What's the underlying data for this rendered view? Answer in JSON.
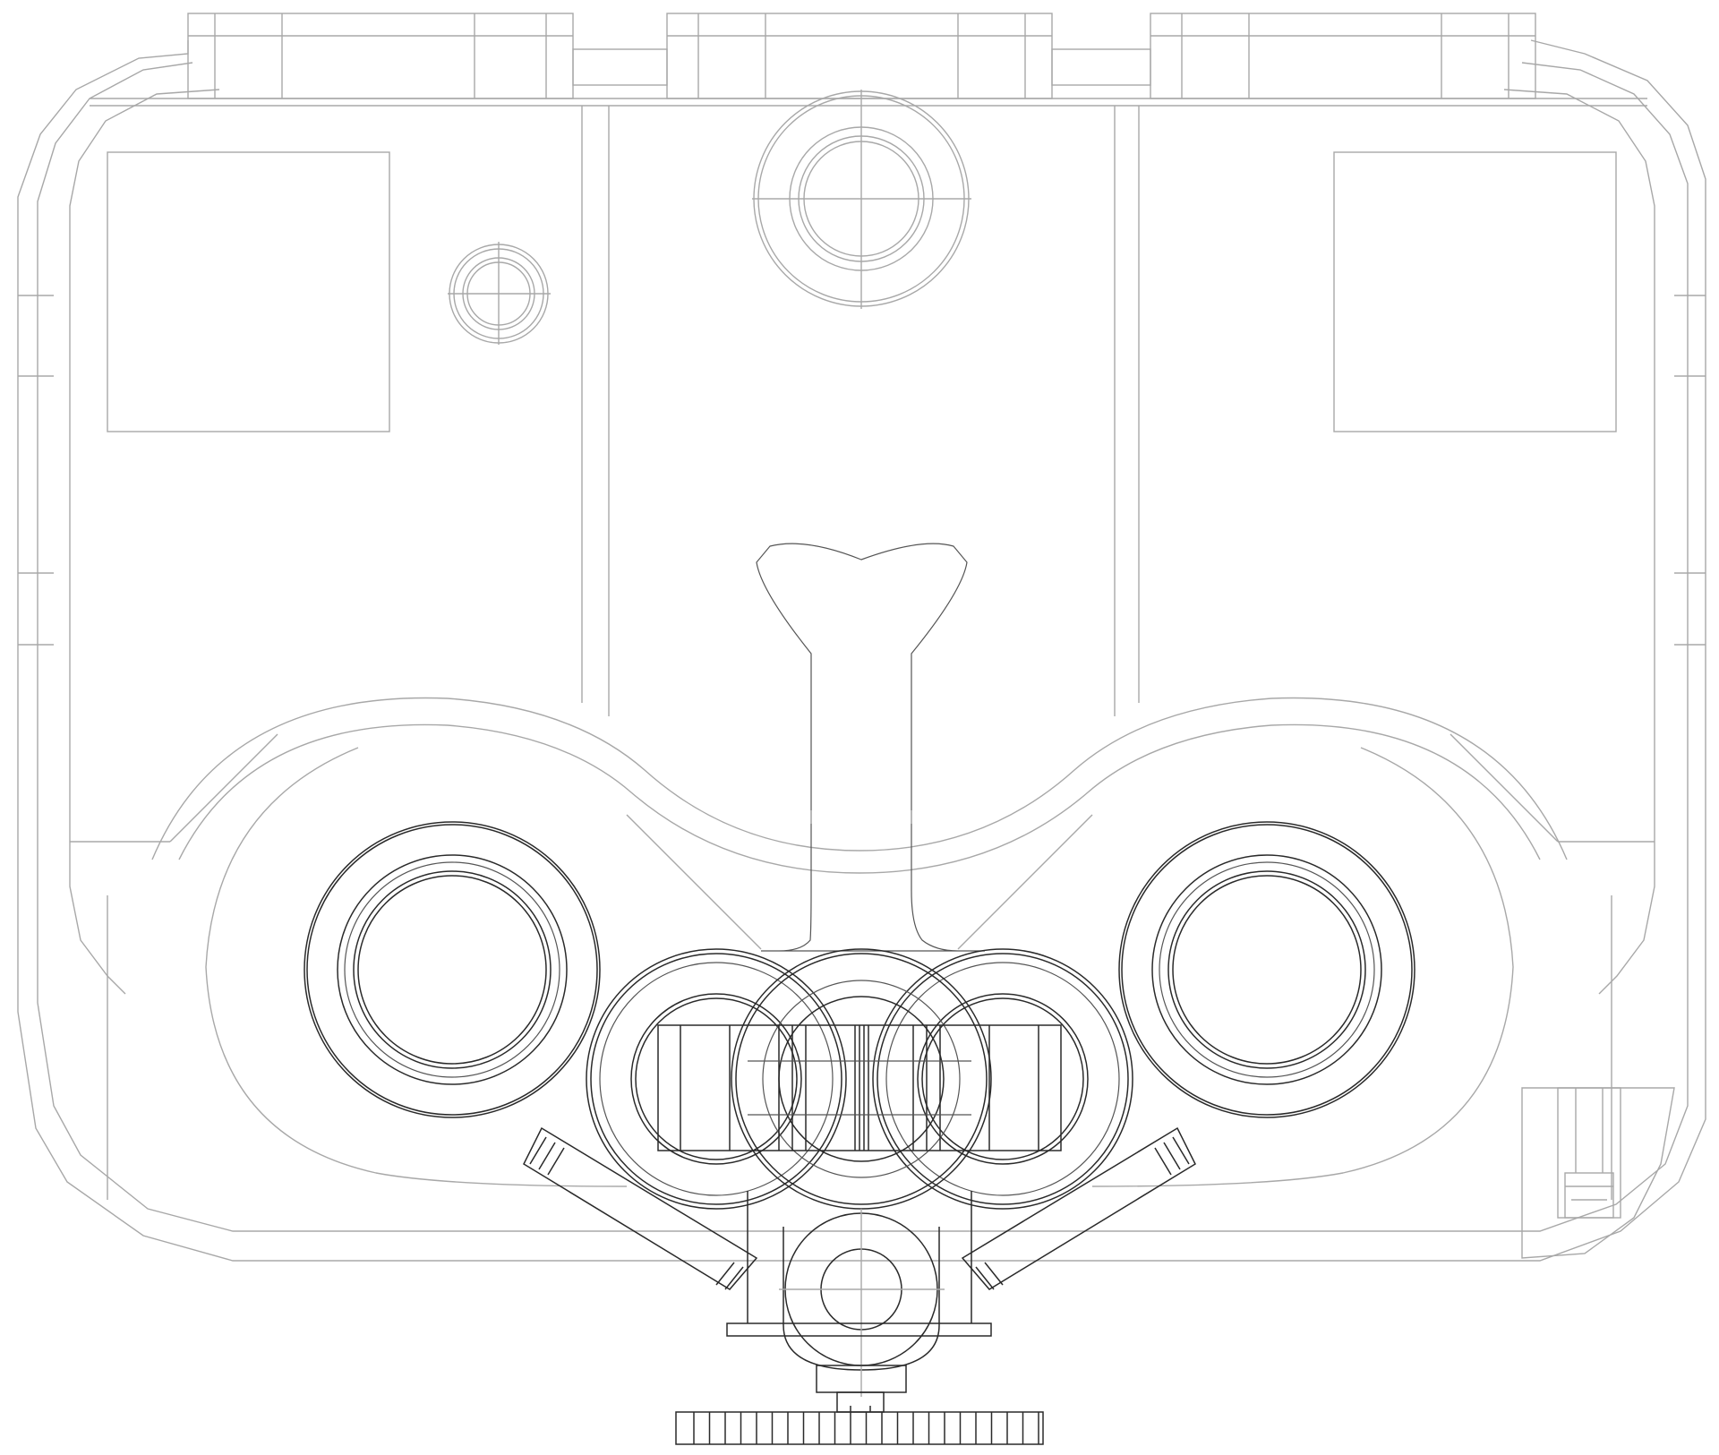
{
  "drawing": {
    "type": "technical-line-drawing",
    "colors": {
      "background": "#ffffff",
      "light_line": "#a8a8a8",
      "dark_line": "#2a2a2a"
    },
    "components": [
      "housing-outline",
      "top-flange-tabs",
      "left-inspection-window",
      "right-inspection-window",
      "top-center-boss",
      "small-port-boss",
      "center-arm",
      "left-bearing",
      "right-bearing",
      "gear-cluster",
      "left-strut",
      "right-strut",
      "bottom-hub",
      "mount-plate",
      "bottom-gear-rack",
      "side-bracket"
    ]
  }
}
